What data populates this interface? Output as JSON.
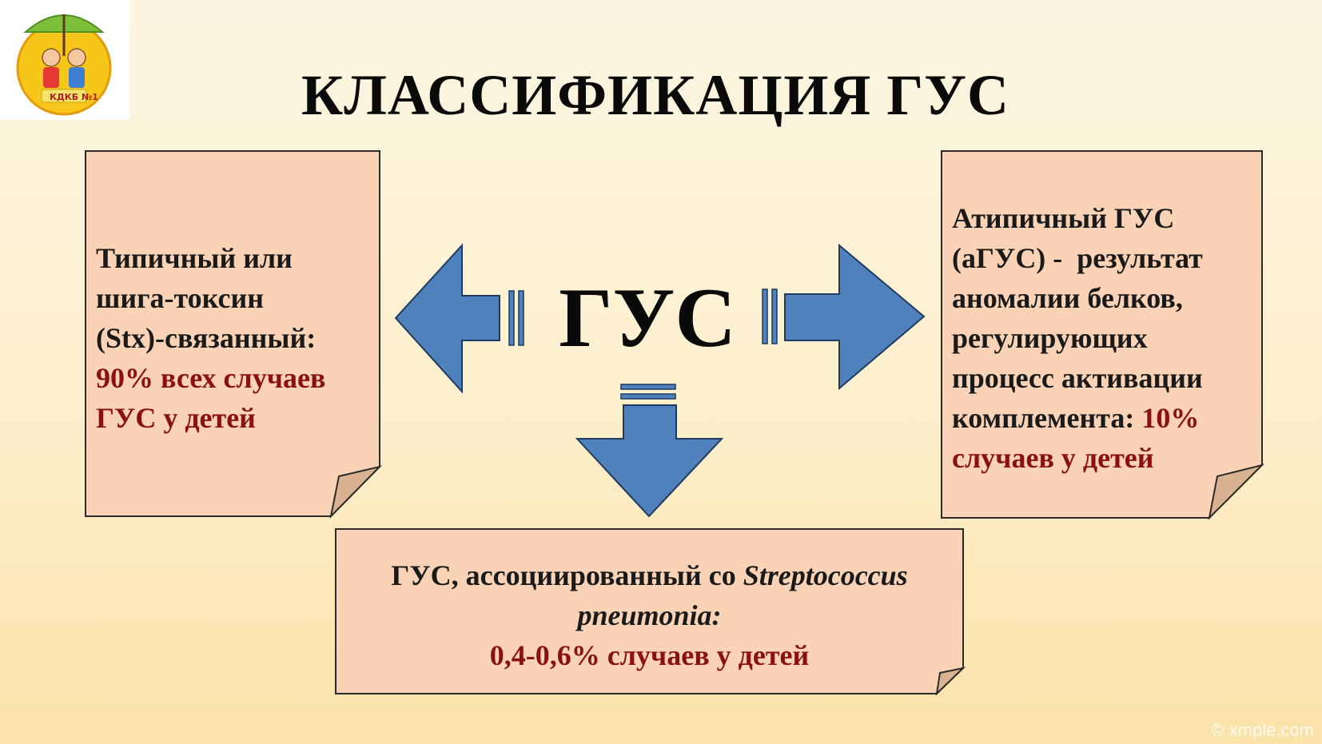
{
  "slide": {
    "title": "КЛАССИФИКАЦИЯ ГУС",
    "center_label": "ГУС",
    "logo_text": "КДКБ №1",
    "watermark": "© xmple.com"
  },
  "left_note": {
    "line1": "Типичный или",
    "line2": "шига-токсин",
    "line3": "(Stx)-связанный:",
    "line4": "90% всех случаев",
    "line5": "ГУС у детей"
  },
  "right_note": {
    "line1": "Атипичный ГУС",
    "line2": "(аГУС) -  результат",
    "line3": "аномалии белков,",
    "line4": "регулирующих",
    "line5": "процесс активации",
    "line6a": "комплемента: ",
    "line6b": "10%",
    "line7": "случаев у детей"
  },
  "bottom_note": {
    "line1a": "ГУС, ассоциированный со ",
    "line1b": "Streptococcus",
    "line2": "pneumonia:",
    "line3": "0,4-0,6% случаев у детей"
  },
  "colors": {
    "note_fill": "#fad3b6",
    "arrow_fill": "#4f81bd",
    "highlight": "#8b1111",
    "title": "#0a0a0a"
  }
}
